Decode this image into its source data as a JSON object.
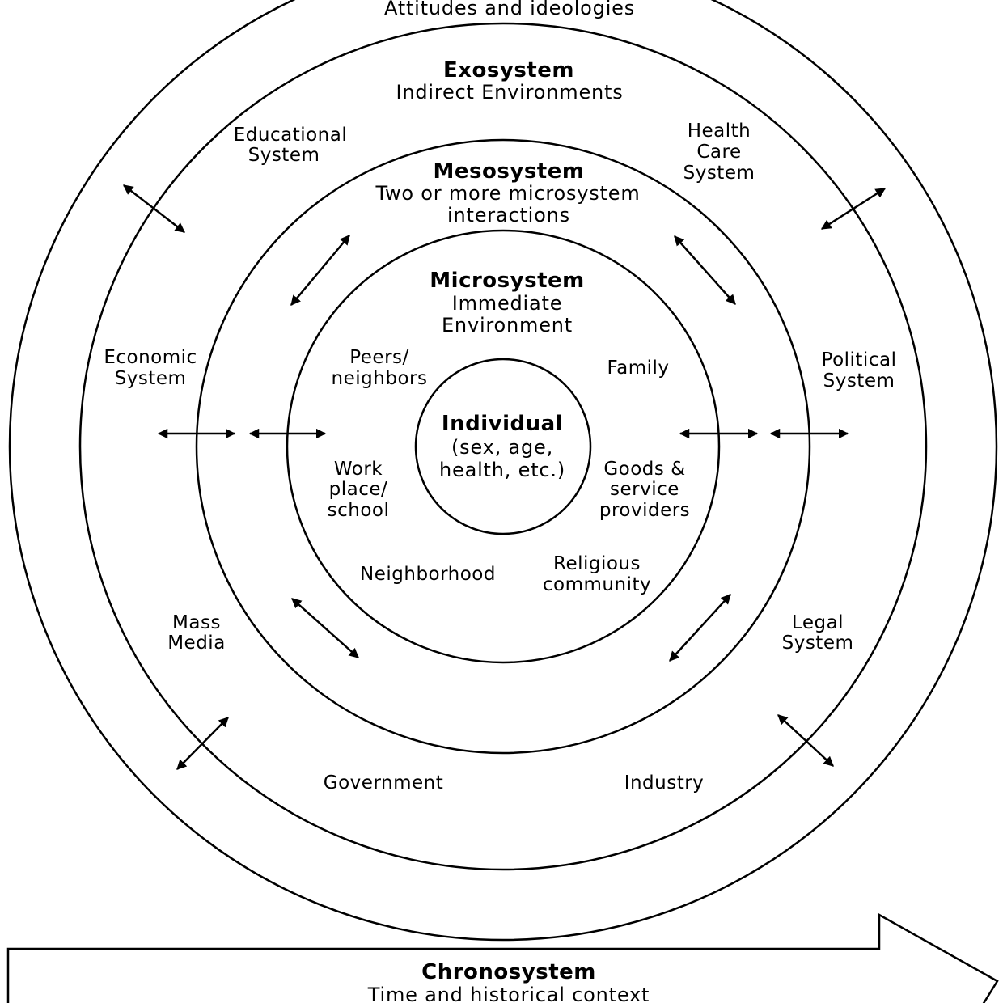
{
  "macrosystem": {
    "subtitle": "Attitudes and ideologies"
  },
  "exosystem": {
    "title": "Exosystem",
    "subtitle": "Indirect Environments",
    "items": {
      "educational": [
        "Educational",
        "System"
      ],
      "health": [
        "Health",
        "Care",
        "System"
      ],
      "economic": [
        "Economic",
        "System"
      ],
      "political": [
        "Political",
        "System"
      ],
      "media": [
        "Mass",
        "Media"
      ],
      "legal": [
        "Legal",
        "System"
      ],
      "government": "Government",
      "industry": "Industry"
    }
  },
  "mesosystem": {
    "title": "Mesosystem",
    "subtitle": [
      "Two or more microsystem",
      "interactions"
    ]
  },
  "microsystem": {
    "title": "Microsystem",
    "subtitle": [
      "Immediate",
      "Environment"
    ],
    "items": {
      "peers": [
        "Peers/",
        "neighbors"
      ],
      "family": "Family",
      "work": [
        "Work",
        "place/",
        "school"
      ],
      "goods": [
        "Goods &",
        "service",
        "providers"
      ],
      "neighborhood": "Neighborhood",
      "religious": [
        "Religious",
        "community"
      ]
    }
  },
  "individual": {
    "title": "Individual",
    "lines": [
      "(sex, age,",
      "health, etc.)"
    ]
  },
  "chronosystem": {
    "title": "Chronosystem",
    "subtitle": "Time and historical context"
  }
}
